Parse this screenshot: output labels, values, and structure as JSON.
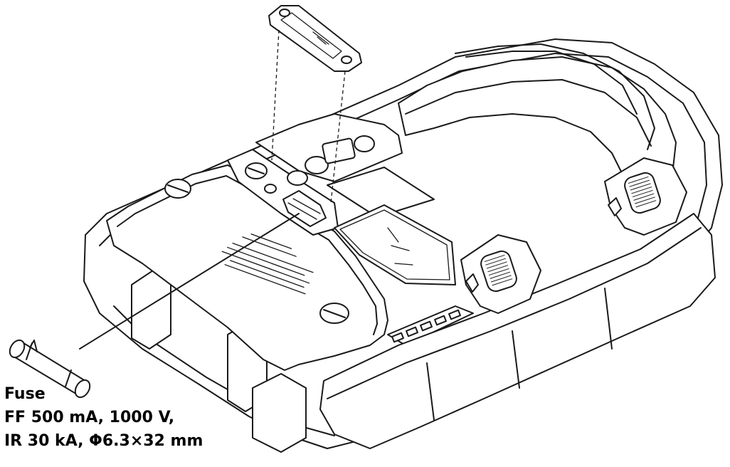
{
  "figure": {
    "callout": {
      "line1": "Fuse",
      "line2": "FF 500 mA, 1000 V,",
      "line3": "IR 30 kA, Φ6.3×32 mm"
    }
  }
}
